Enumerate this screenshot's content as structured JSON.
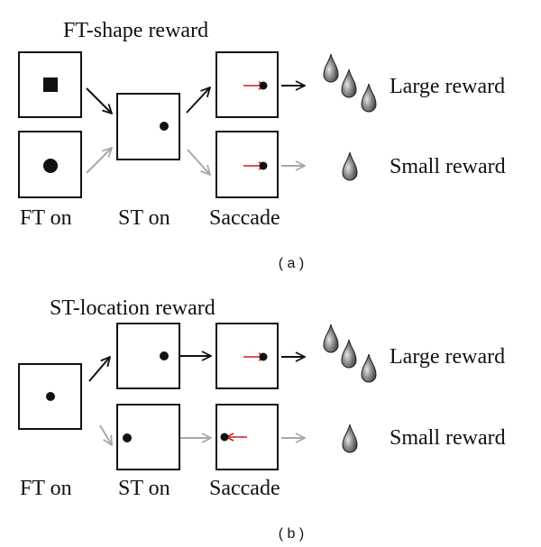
{
  "panel_a": {
    "title": "FT-shape reward",
    "caption": "( a )",
    "labels": {
      "ft_on": "FT on",
      "st_on": "ST on",
      "saccade": "Saccade"
    },
    "outcomes": {
      "large": "Large reward",
      "small": "Small reward"
    }
  },
  "panel_b": {
    "title": "ST-location reward",
    "caption": "( b )",
    "labels": {
      "ft_on": "FT on",
      "st_on": "ST on",
      "saccade": "Saccade"
    },
    "outcomes": {
      "large": "Large reward",
      "small": "Small reward"
    }
  },
  "colors": {
    "outline": "#111111",
    "faded_arrow": "#a8a8a8",
    "saccade_arrow": "#cc1f1f",
    "drop": "#6b6b6b"
  },
  "icons": {
    "drop": "water-drop-icon"
  }
}
